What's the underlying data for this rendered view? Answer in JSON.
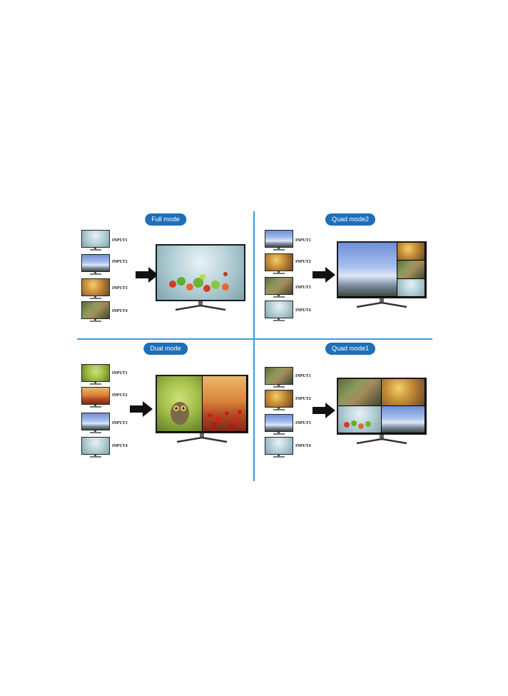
{
  "panels": [
    {
      "id": "full-mode",
      "title": "Full mode",
      "inputs": [
        "INPUT1",
        "INPUT2",
        "INPUT3",
        "INPUT4"
      ],
      "input_images": [
        "splash",
        "mountain",
        "sunset",
        "people"
      ],
      "tv_layout": "full",
      "tv_images": [
        "splash"
      ]
    },
    {
      "id": "quad-mode2",
      "title": "Quad mode2",
      "inputs": [
        "INPUT1",
        "INPUT2",
        "INPUT3",
        "INPUT4"
      ],
      "input_images": [
        "mountain",
        "sunset",
        "people",
        "splash"
      ],
      "tv_layout": "quad2",
      "tv_images": [
        "mountain",
        "sunset",
        "people",
        "splash"
      ]
    },
    {
      "id": "dual-mode",
      "title": "Dual mode",
      "inputs": [
        "INPUT1",
        "INPUT2",
        "INPUT3",
        "INPUT4"
      ],
      "input_images": [
        "owl",
        "flowers",
        "mountain",
        "splash"
      ],
      "tv_layout": "dual",
      "tv_images": [
        "owl",
        "flowers"
      ]
    },
    {
      "id": "quad-mode1",
      "title": "Quad mode1",
      "inputs": [
        "INPUT1",
        "INPUT2",
        "INPUT3",
        "INPUT4"
      ],
      "input_images": [
        "people",
        "sunset",
        "mountain",
        "splash"
      ],
      "tv_layout": "quad1",
      "tv_images": [
        "people",
        "sunset",
        "splash",
        "mountain"
      ]
    }
  ],
  "colors": {
    "divider": "#3a9fd6",
    "badge": "#1d6fb8",
    "arrow": "#111111"
  }
}
